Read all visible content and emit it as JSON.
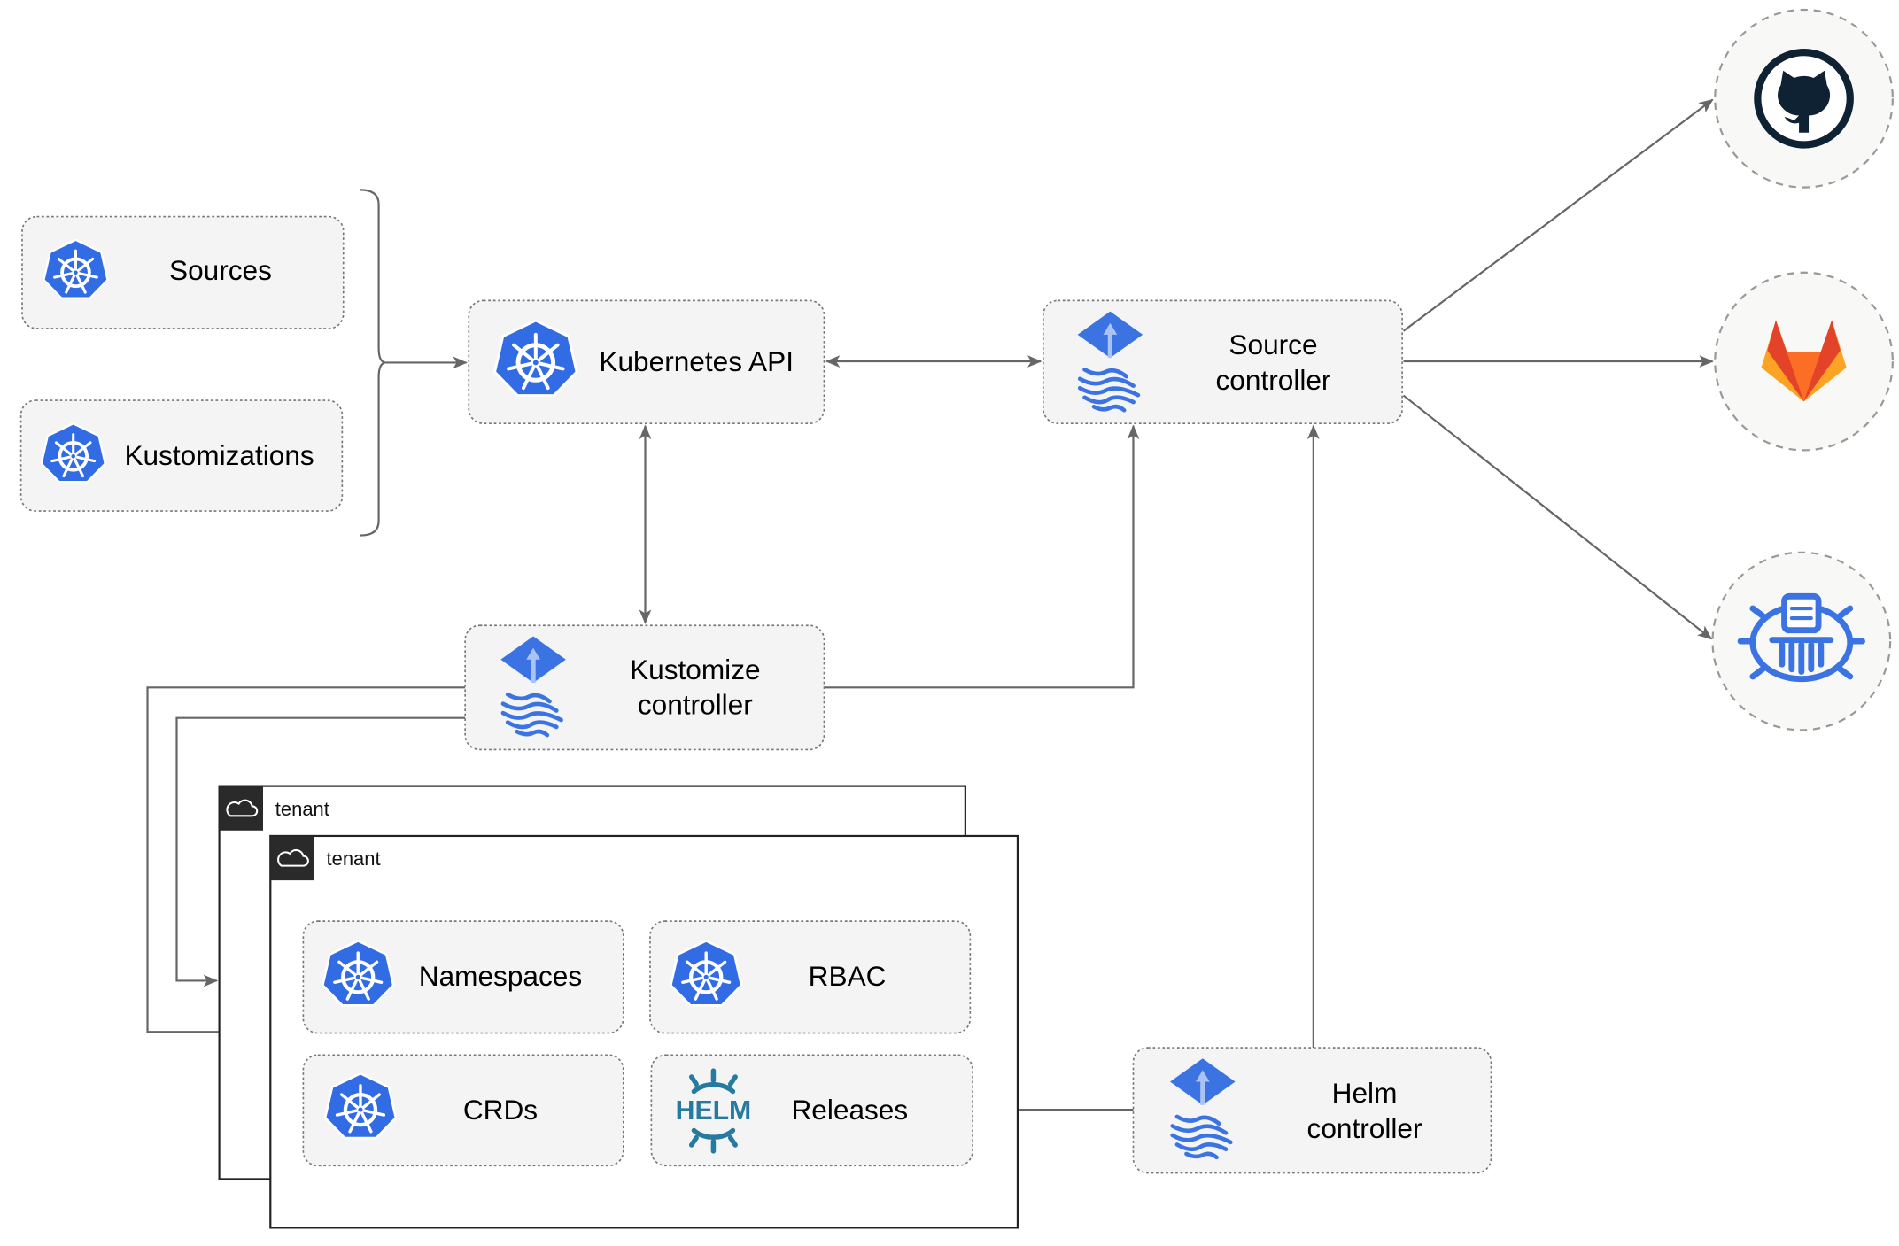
{
  "colors": {
    "kubernetes_blue": "#326CE5",
    "flux_blue": "#3B73E2",
    "helm_teal": "#277A9F",
    "gitlab_orange": "#E9602E",
    "github_dark": "#0F2233",
    "edge": "#666666"
  },
  "inputs": {
    "sources": "Sources",
    "kustomizations": "Kustomizations"
  },
  "kubernetes_api": {
    "label": "Kubernetes API"
  },
  "source_controller": {
    "line1": "Source",
    "line2": "controller"
  },
  "kustomize_controller": {
    "line1": "Kustomize",
    "line2": "controller"
  },
  "helm_controller": {
    "line1": "Helm",
    "line2": "controller"
  },
  "providers": {
    "icons": [
      "github-icon",
      "gitlab-icon",
      "bucket-icon"
    ]
  },
  "tenants": {
    "back": {
      "label": "tenant"
    },
    "front": {
      "label": "tenant"
    }
  },
  "resources": {
    "namespaces": "Namespaces",
    "rbac": "RBAC",
    "crds": "CRDs",
    "releases": "Releases",
    "helm_logo": "HELM"
  }
}
